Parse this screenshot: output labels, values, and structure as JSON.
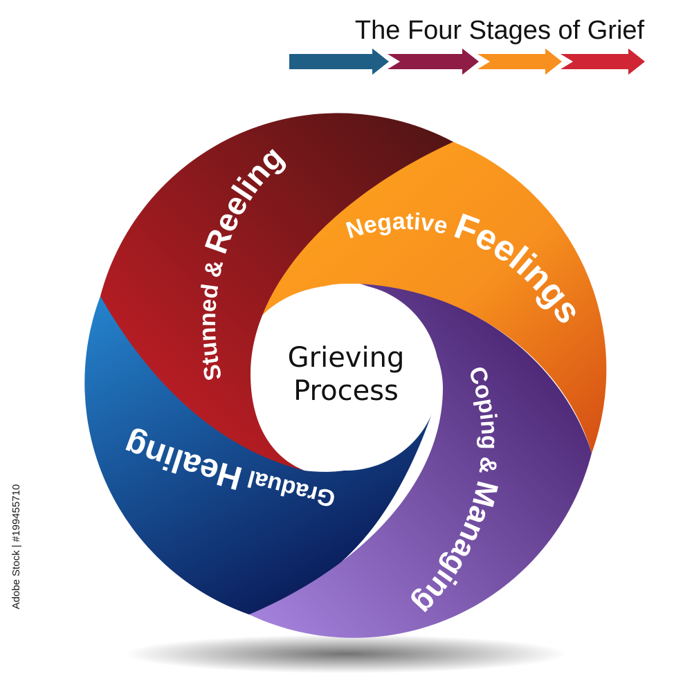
{
  "title": "The Four Stages of Grief",
  "center": {
    "line1": "Grieving",
    "line2": "Process"
  },
  "stages": [
    {
      "label_a": "Stunned & ",
      "label_b": "Reeling",
      "color": "#c0202a",
      "dark": "#5e1616"
    },
    {
      "label_a": "Negative ",
      "label_b": "Feelings",
      "color": "#f7901e",
      "dark": "#c9431a"
    },
    {
      "label_a": "Coping & ",
      "label_b": "Managing",
      "color": "#4a2070",
      "dark": "#9b77d6"
    },
    {
      "label_a": "Gradual ",
      "label_b": "Healing",
      "color": "#1e78c2",
      "dark": "#0c1f5e"
    }
  ],
  "arrow_colors": [
    "#1f5f86",
    "#8e1c44",
    "#f7901e",
    "#cf2535"
  ],
  "side_caption": "Adobe Stock | #199455710"
}
